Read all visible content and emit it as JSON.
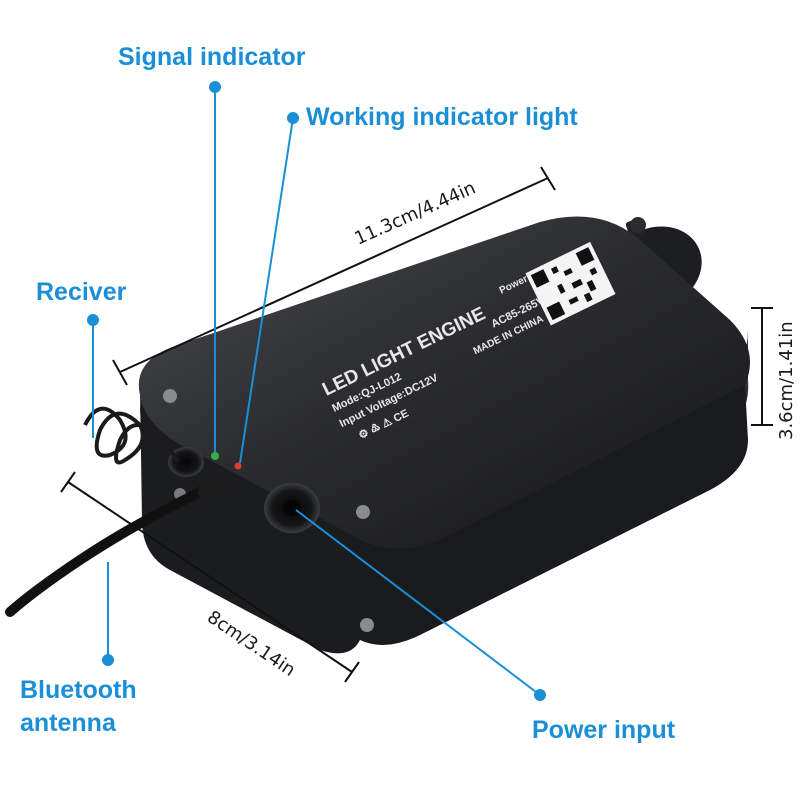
{
  "callouts": {
    "signal_indicator": "Signal indicator",
    "working_indicator": "Working indicator light",
    "receiver": "Reciver",
    "bluetooth_line1": "Bluetooth",
    "bluetooth_line2": "antenna",
    "power_input": "Power input"
  },
  "dimensions": {
    "length": "11.3cm/4.44in",
    "width": "8cm/3.14in",
    "height": "3.6cm/1.41in"
  },
  "device_label": {
    "title": "LED LIGHT ENGINE",
    "model": "Mode:QJ-L012",
    "power": "Power:12W",
    "voltage": "Input Voltage:DC12V",
    "ac": "AC85-265V",
    "made_in": "MADE IN CHINA"
  },
  "colors": {
    "accent": "#1a8fd8",
    "device_body": "#2a2b2d"
  }
}
